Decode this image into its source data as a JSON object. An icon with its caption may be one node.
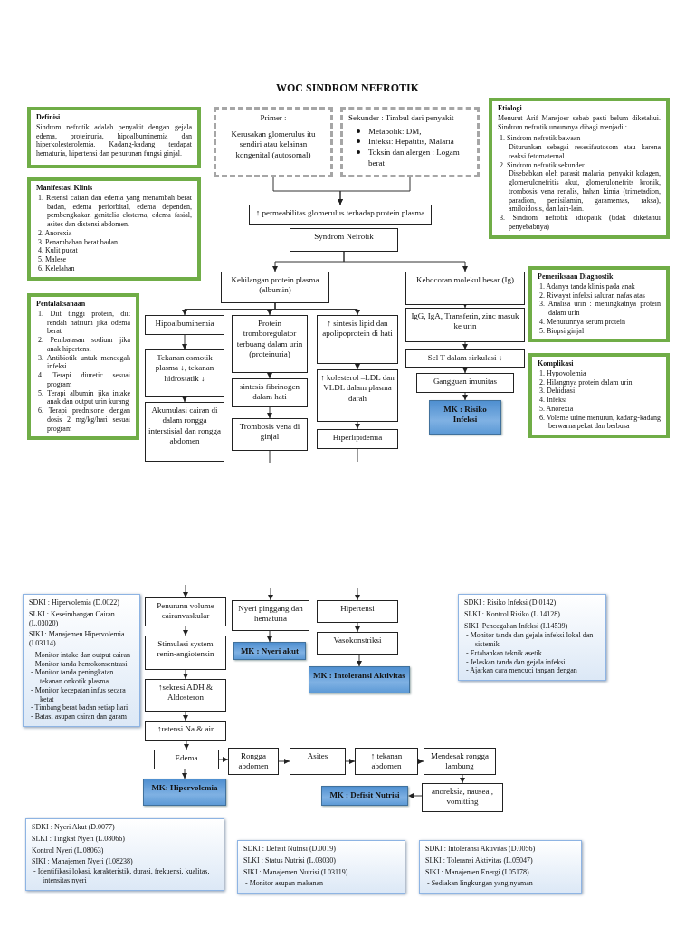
{
  "diagram": {
    "title": "WOC SINDROM NEFROTIK",
    "nodes": [
      {
        "text": [
          "Definisi",
          "Sindrom nefrotik adalah penyakit dengan gejala edema, proteinuria, hipoalbuminemia dan hiperkolesterolemia. Kadang-kadang terdapat hematuria, hipertensi dan penurunan fungsi ginjal."
        ]
      },
      {
        "text": [
          "Primer :",
          "Kerusakan glomerulus itu sendiri atau kelainan kongenital (autosomal)"
        ]
      },
      {
        "text": [
          "Sekunder : Timbul dari penyakit",
          "Metabolik: DM,",
          "Infeksi: Hepatitis, Malaria",
          "Toksin dan alergen : Logam berat"
        ]
      },
      {
        "text": [
          "Etiologi",
          "Menurut Arif Mansjoer sebab pasti belum diketahui. Sindrom nefrotik umumnya dibagi menjadi :",
          "1. Sindrom nefrotik bawaan",
          "Diturunkan sebagai resesifautosom atau karena reaksi fetomaternal",
          "2. Sindrom nefrotik sekunder",
          "Disebabkan oleh parasit malaria, penyakit kolagen, glomerulonefritis akut, glomerulonefrits kronik, trombosis vena renalis, bahan kimia (trimetadion, paradion, penisilamin, garamemas, raksa), amiloidosis, dan lain-lain.",
          "3. Sindrom nefrotik idiopatik (tidak diketahui penyebabnya)"
        ]
      },
      {
        "text": [
          "Manifestasi Klinis",
          "1. Retensi cairan dan edema yang menambah berat badan, edema periorbital, edema dependen, pembengkakan genitelia eksterna, edema fasial, asites dan distensi abdomen.",
          "2. Anorexia",
          "3. Penambahan berat badan",
          "4. Kulit pucat",
          "5. Malese",
          "6. Kelelahan"
        ]
      },
      {
        "text": [
          "↑ permeabilitas glomerulus terhadap protein plasma"
        ]
      },
      {
        "text": [
          "Syndrom Nefrotik"
        ]
      },
      {
        "text": [
          "Kehilangan protein plasma (albumin)"
        ]
      },
      {
        "text": [
          "Kebocoran molekul besar (Ig)"
        ]
      },
      {
        "text": [
          "Pemeriksaan Diagnostik",
          "1. Adanya tanda klinis pada anak",
          "2. Riwayat infeksi saluran nafas atas",
          "3. Analisa urin : meningkatnya protein dalam urin",
          "4. Menurunnya serum protein",
          "5. Biopsi ginjal"
        ]
      },
      {
        "text": [
          "Pentalaksanaan",
          "1. Diit tinggi protein, diit rendah natrium jika odema berat",
          "2. Pembatasan sodium jika anak hipertensi",
          "3. Antibiotik untuk mencegah infeksi",
          "4. Terapi diuretic sesuai program",
          "5. Terapi albumin jika intake anak dan output urin kurang",
          "6. Terapi prednisone dengan dosis 2 mg/kg/hari sesuai program"
        ]
      },
      {
        "text": [
          "Hipoalbuminemia"
        ]
      },
      {
        "text": [
          "Protein tromboregulator terbuang dalam urin (proteinuria)"
        ]
      },
      {
        "text": [
          "↑ sintesis lipid dan apolipoprotein di hati"
        ]
      },
      {
        "text": [
          "IgG, IgA, Transferin, zinc masuk ke urin"
        ]
      },
      {
        "text": [
          "Tekanan osmotik plasma ↓, tekanan hidrostatik ↓"
        ]
      },
      {
        "text": [
          "sintesis fibrinogen dalam hati"
        ]
      },
      {
        "text": [
          "↑ kolesterol –LDL dan VLDL dalam plasma darah"
        ]
      },
      {
        "text": [
          "Sel T dalam sirkulasi ↓"
        ]
      },
      {
        "text": [
          "Gangguan imunitas"
        ]
      },
      {
        "text": [
          "MK : Risiko Infeksi"
        ]
      },
      {
        "text": [
          "Komplikasi",
          "1. Hypovolemia",
          "2. Hilangnya protein dalam urin",
          "3. Dehidrasi",
          "4. Infeksi",
          "5. Anorexia",
          "6. Voleme urine menurun, kadang-kadang berwarna pekat dan berbusa"
        ]
      },
      {
        "text": [
          "Akumulasi cairan di dalam rongga interstisial dan rongga abdomen"
        ]
      },
      {
        "text": [
          "Trombosis vena di ginjal"
        ]
      },
      {
        "text": [
          "Hiperlipidemia"
        ]
      },
      {
        "text": [
          "SDKI : Hipervolemia (D.0022)",
          "SLKI : Keseimbangan Cairan (L.03020)",
          "SIKI : Manajemen Hipervolemia (I.03114)",
          "- Monitor intake dan output cairan",
          "- Monitor tanda hemokonsentrasi",
          "- Monitor tanda peningkatan tekanan onkotik plasma",
          "- Monitor kecepatan infus secara ketat",
          "- Timbang berat badan setiap hari",
          "- Batasi asupan cairan dan garam"
        ]
      },
      {
        "text": [
          "Penurunn volume cairanvaskular"
        ]
      },
      {
        "text": [
          "Nyeri pinggang dan hematuria"
        ]
      },
      {
        "text": [
          "Hipertensi"
        ]
      },
      {
        "text": [
          "SDKI : Risiko Infeksi (D.0142)",
          "SLKI : Kontrol Risiko (L.14128)",
          "SIKI :Pencegahan Infeksi (I.14539)",
          "- Monitor tanda dan gejala infeksi lokal dan sistemik",
          "- Ertahankan teknik asetik",
          "- Jelaskan tanda dan gejala infeksi",
          "- Ajarkan cara mencuci tangan dengan"
        ]
      },
      {
        "text": [
          "MK : Nyeri akut"
        ]
      },
      {
        "text": [
          "Vasokonstriksi"
        ]
      },
      {
        "text": [
          "Stimulasi system renin-angiotensin"
        ]
      },
      {
        "text": [
          "MK : Intoleransi Aktivitas"
        ]
      },
      {
        "text": [
          "↑sekresi ADH & Aldosteron"
        ]
      },
      {
        "text": [
          "↑retensi Na & air"
        ]
      },
      {
        "text": [
          "Edema"
        ]
      },
      {
        "text": [
          "Rongga abdomen"
        ]
      },
      {
        "text": [
          "Asites"
        ]
      },
      {
        "text": [
          "↑ tekanan abdomen"
        ]
      },
      {
        "text": [
          "Mendesak rongga lambung"
        ]
      },
      {
        "text": [
          "MK: Hipervolemia"
        ]
      },
      {
        "text": [
          "MK : Defisit Nutrisi"
        ]
      },
      {
        "text": [
          "anoreksia, nausea , vomitting"
        ]
      },
      {
        "text": [
          "SDKI : Nyeri Akut (D.0077)",
          "SLKI : Tingkat Nyeri (L.08066)",
          "Kontrol Nyeri (L.08063)",
          "SIKI : Manajemen Nyeri (I.08238)",
          "- Identifikasi lokasi, karakteristik, durasi, frekuensi, kualitas, intensitas nyeri"
        ]
      },
      {
        "text": [
          "SDKI : Defisit Nutrisi (D.0019)",
          "SLKI : Status Nutrisi (L.03030)",
          "SIKI : Manajemen Nutrisi (I.03119)",
          "- Monitor asupan makanan"
        ]
      },
      {
        "text": [
          "SDKI : Intoleransi Aktivitas (D.0056)",
          "SLKI : Toleransi Aktivitas (L.05047)",
          "SIKI : Manajemen Energi (I.05178)",
          "- Sediakan lingkungan yang nyaman"
        ]
      }
    ],
    "edges": [
      {
        "from": 1,
        "to": 5,
        "arrow": "to"
      },
      {
        "from": 2,
        "to": 5,
        "arrow": "to"
      },
      {
        "from": 6,
        "to": 7,
        "arrow": "to"
      },
      {
        "from": 6,
        "to": 8,
        "arrow": "to"
      },
      {
        "from": 7,
        "to": 11,
        "arrow": "to"
      },
      {
        "from": 7,
        "to": 12,
        "arrow": "to"
      },
      {
        "from": 7,
        "to": 13,
        "arrow": "to"
      },
      {
        "from": 8,
        "to": 14,
        "arrow": "to"
      },
      {
        "from": 14,
        "to": 18,
        "arrow": "to"
      },
      {
        "from": 18,
        "to": 19,
        "arrow": "to"
      },
      {
        "from": 19,
        "to": 20,
        "arrow": "to"
      },
      {
        "from": 11,
        "to": 15,
        "arrow": "to"
      },
      {
        "from": 15,
        "to": 22,
        "arrow": "to"
      },
      {
        "from": 12,
        "to": 16,
        "arrow": "to"
      },
      {
        "from": 16,
        "to": 23,
        "arrow": "to"
      },
      {
        "from": 13,
        "to": 17,
        "arrow": "to"
      },
      {
        "from": 17,
        "to": 24,
        "arrow": "to"
      },
      {
        "from": 23,
        "to": null,
        "arrow": "none"
      },
      {
        "from": 24,
        "to": null,
        "arrow": "none"
      },
      {
        "from": null,
        "to": 26,
        "arrow": "to"
      },
      {
        "from": null,
        "to": 27,
        "arrow": "to"
      },
      {
        "from": null,
        "to": 28,
        "arrow": "to"
      },
      {
        "from": 26,
        "to": 32,
        "arrow": "to"
      },
      {
        "from": 32,
        "to": 34,
        "arrow": "to"
      },
      {
        "from": 34,
        "to": 35,
        "arrow": "to"
      },
      {
        "from": 35,
        "to": 36,
        "arrow": "to"
      },
      {
        "from": 36,
        "to": 41,
        "arrow": "to"
      },
      {
        "from": 36,
        "to": 37,
        "arrow": "to"
      },
      {
        "from": 37,
        "to": 38,
        "arrow": "to"
      },
      {
        "from": 38,
        "to": 39,
        "arrow": "to"
      },
      {
        "from": 39,
        "to": 40,
        "arrow": "to"
      },
      {
        "from": 40,
        "to": 43,
        "arrow": "to"
      },
      {
        "from": 43,
        "to": 42,
        "arrow": "to"
      },
      {
        "from": 27,
        "to": 30,
        "arrow": "to"
      },
      {
        "from": 28,
        "to": 31,
        "arrow": "to"
      },
      {
        "from": 31,
        "to": 33,
        "arrow": "to"
      }
    ]
  }
}
